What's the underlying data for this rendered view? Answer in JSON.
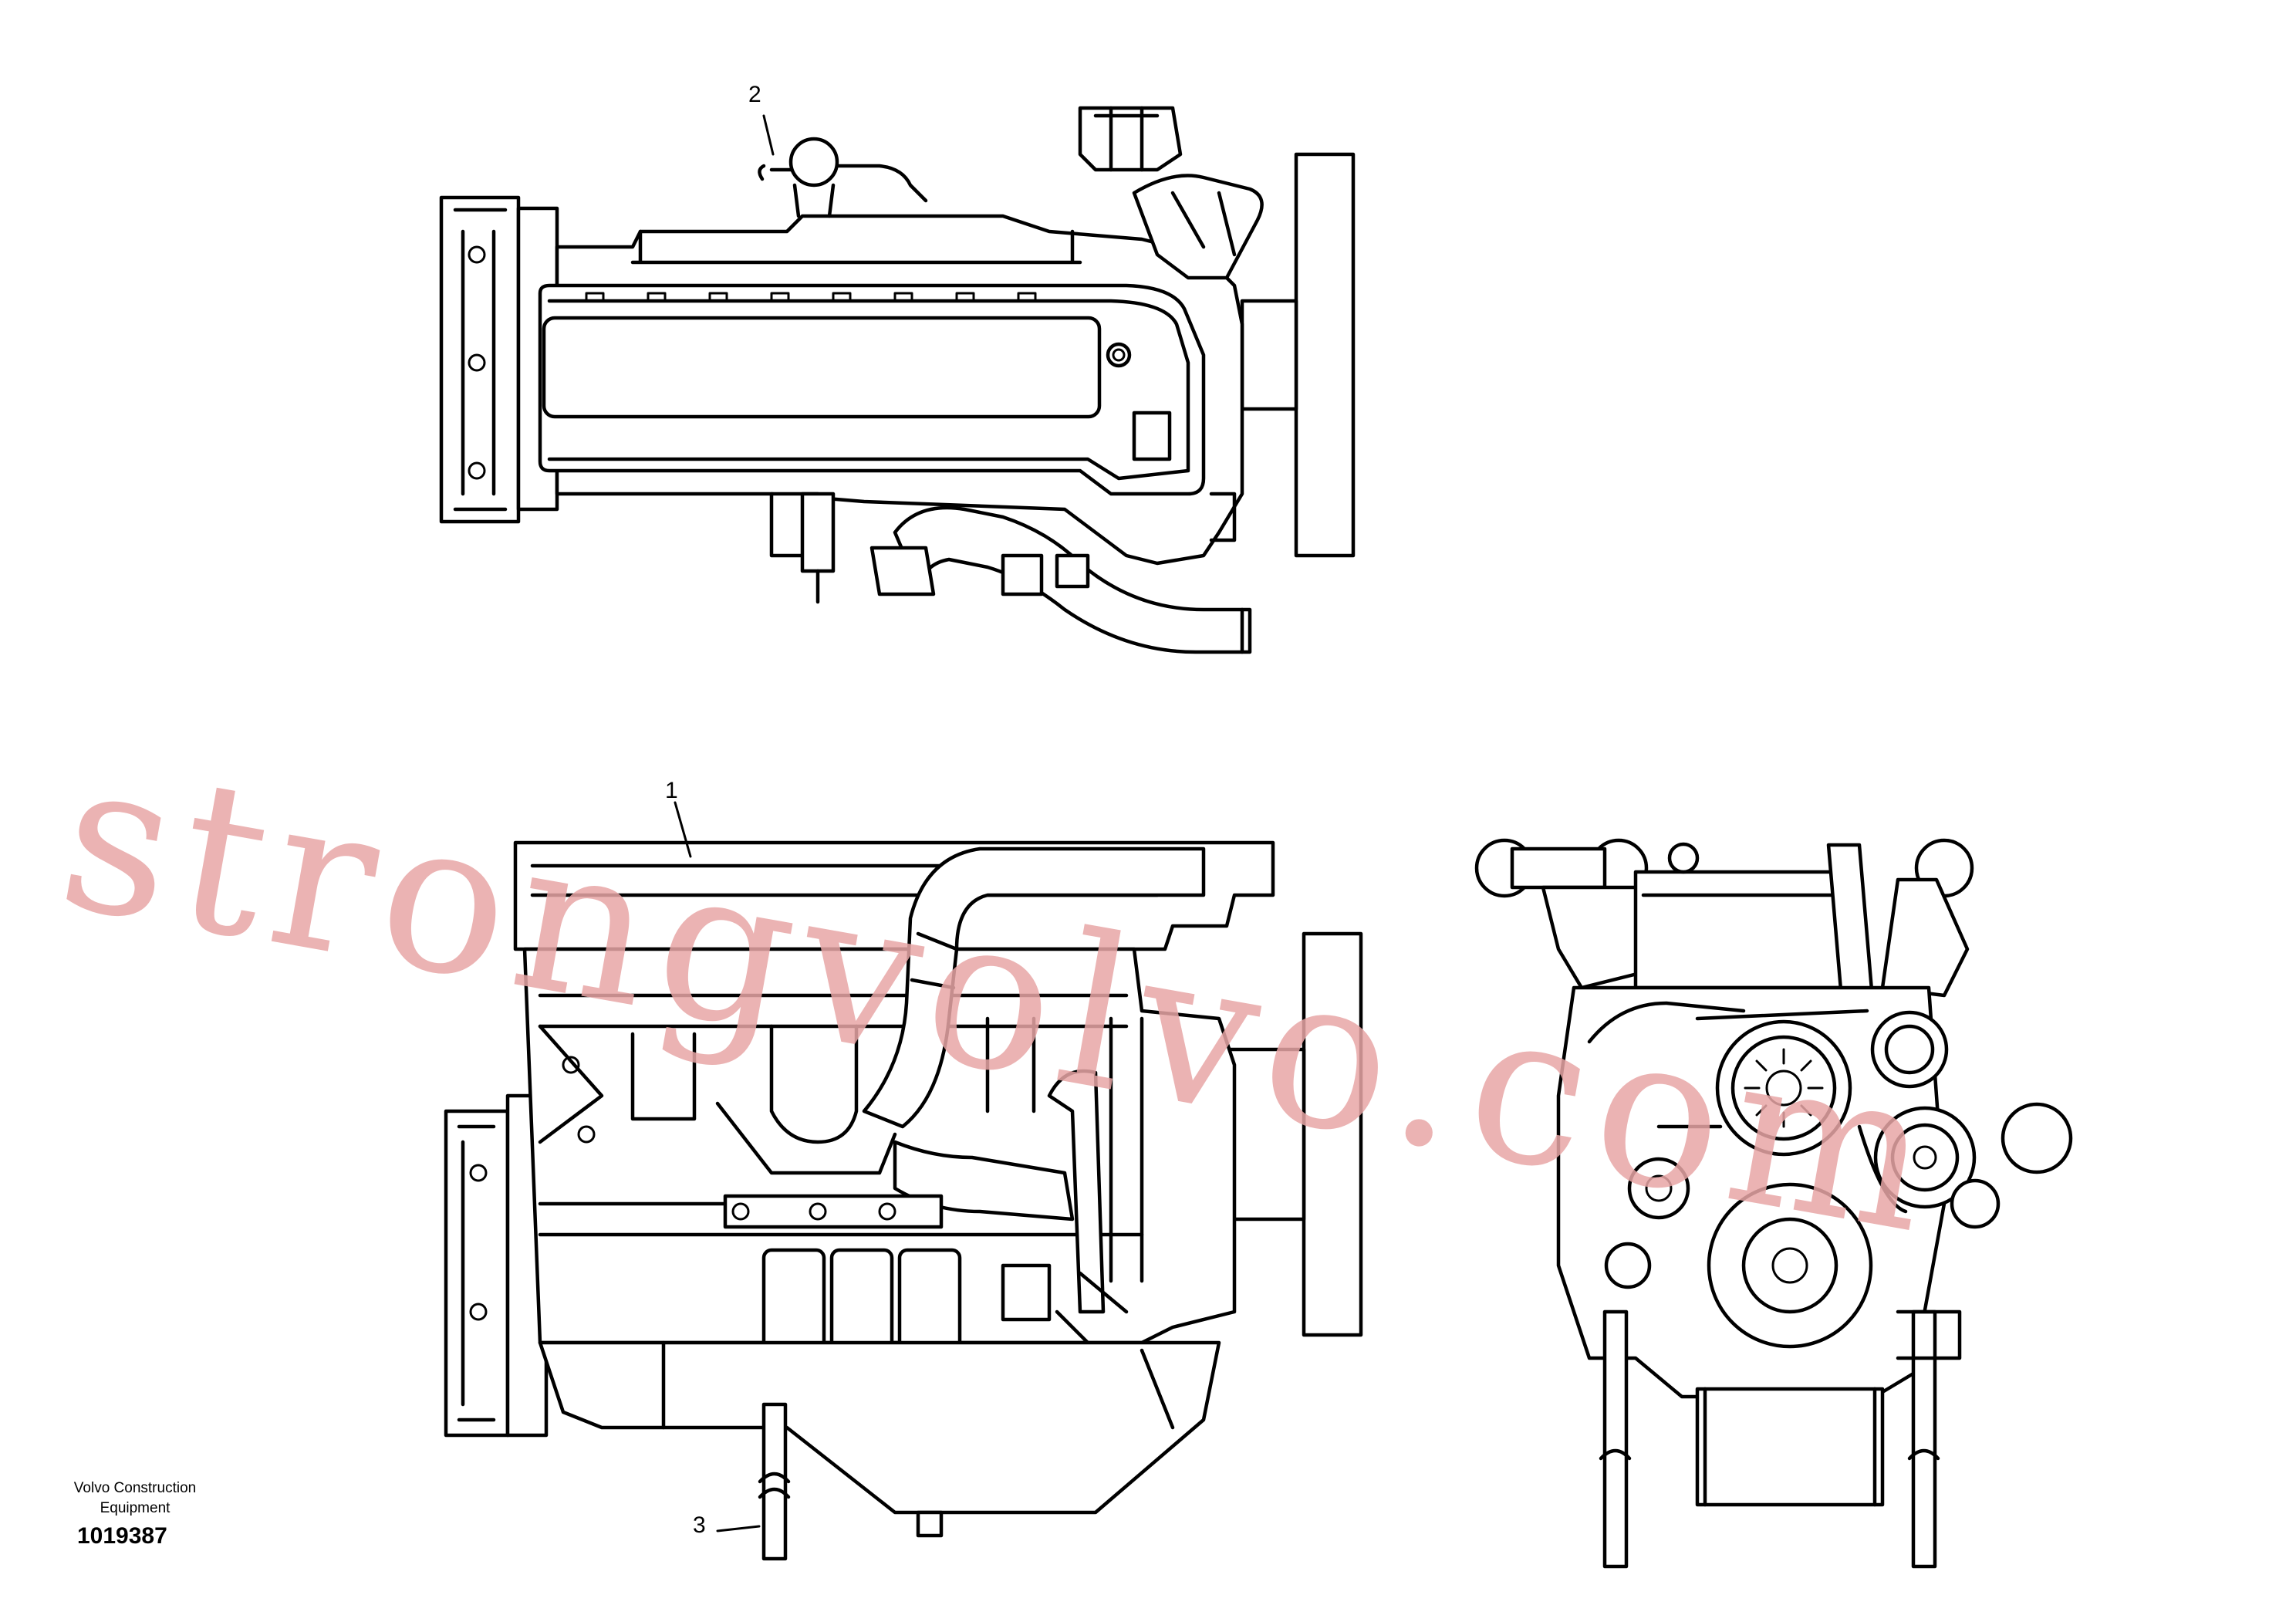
{
  "callouts": [
    {
      "id": "1",
      "label": "1"
    },
    {
      "id": "2",
      "label": "2"
    },
    {
      "id": "3",
      "label": "3"
    }
  ],
  "footer": {
    "brand_line1": "Volvo Construction",
    "brand_line2": "Equipment",
    "drawing_number": "1019387"
  },
  "watermark": {
    "text": "strongvolvo.com",
    "color": "#e8a6a6"
  },
  "colors": {
    "line": "#000000",
    "background": "#ffffff"
  }
}
